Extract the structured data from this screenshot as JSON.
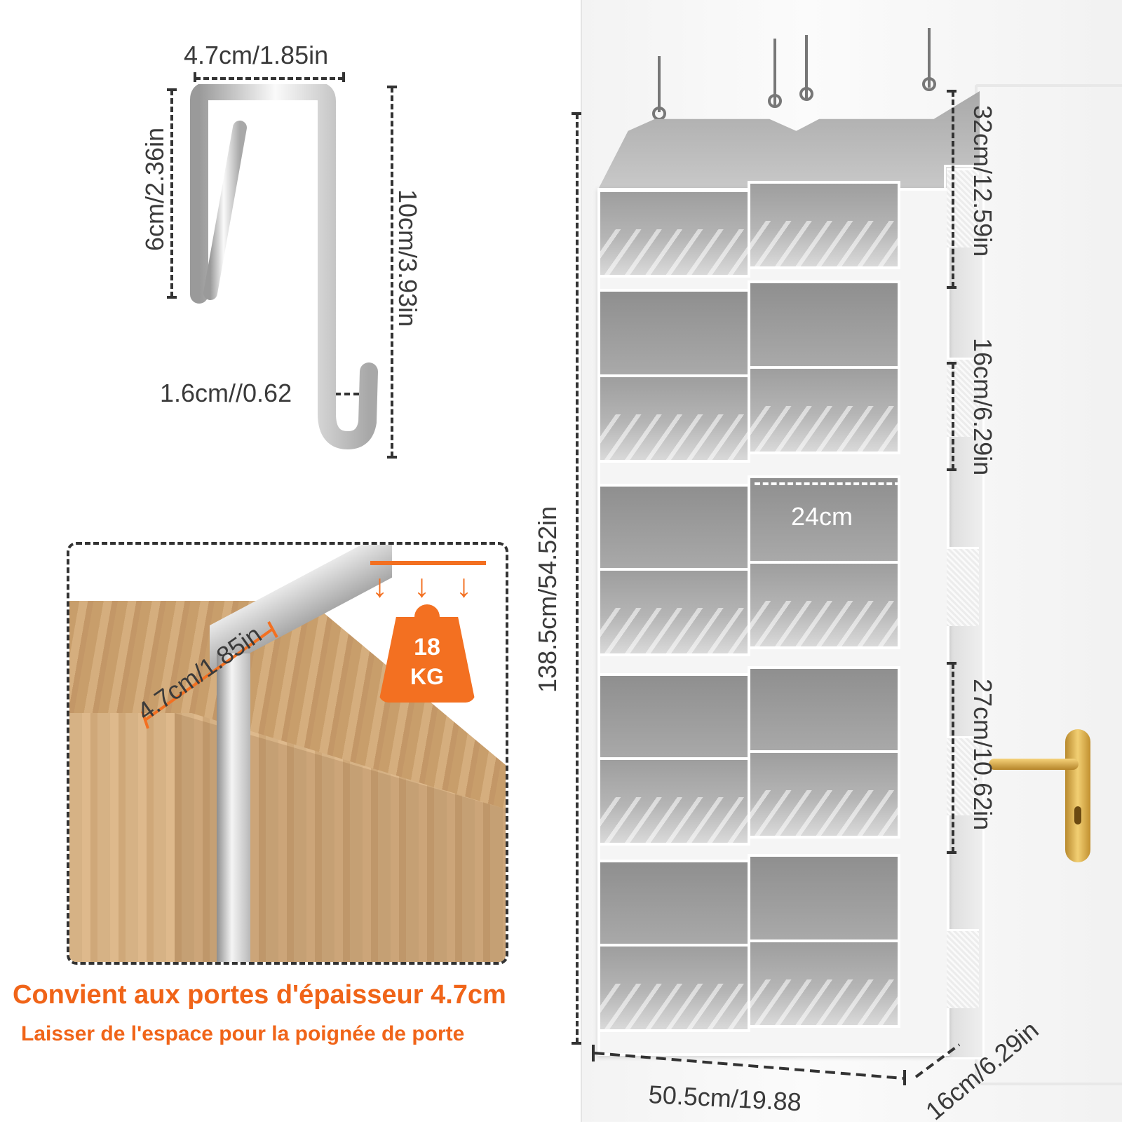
{
  "hook": {
    "width_label": "4.7cm/1.85in",
    "short_leg_label": "6cm/2.36in",
    "height_label": "10cm/3.93in",
    "gap_label": "1.6cm//0.62"
  },
  "door_detail": {
    "thickness_label": "4.7cm/1.85in"
  },
  "weight": {
    "value": "18",
    "unit": "KG",
    "color": "#f37021"
  },
  "organizer": {
    "height_label": "138.5cm/54.52in",
    "top_section_label": "32cm/12.59in",
    "pocket_height_label": "16cm/6.29in",
    "pocket_width_label": "24cm",
    "bottom_section_label": "27cm/10.62in",
    "width_label": "50.5cm/19.88",
    "depth_label": "16cm/6.29in"
  },
  "captions": {
    "line1": "Convient aux portes d'épaisseur 4.7cm",
    "line2": "Laisser de l'espace pour la poignée de porte",
    "color": "#f06418"
  }
}
